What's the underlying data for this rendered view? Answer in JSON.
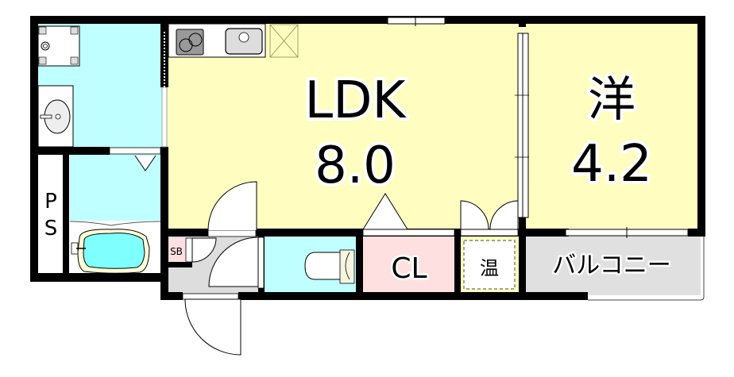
{
  "floorplan": {
    "colors": {
      "wall": "#000000",
      "ldk_floor": "#FFFDC0",
      "wet_area": "#BFFFFF",
      "bath_water": "#80FFFF",
      "closet": "#FFE0E0",
      "entrance": "#DDDDDD",
      "balcony": "#E0E0E0",
      "water_heater": "#FFFDC0"
    },
    "rooms": {
      "ldk": {
        "name": "LDK",
        "size": "8.0"
      },
      "western": {
        "name": "洋",
        "size": "4.2"
      },
      "closet": {
        "name": "CL"
      },
      "water_heater": {
        "name": "温"
      },
      "balcony": {
        "name": "バルコニー"
      },
      "pipe_space": {
        "name": "PS"
      },
      "shoe_box": {
        "name": "SB"
      }
    }
  }
}
